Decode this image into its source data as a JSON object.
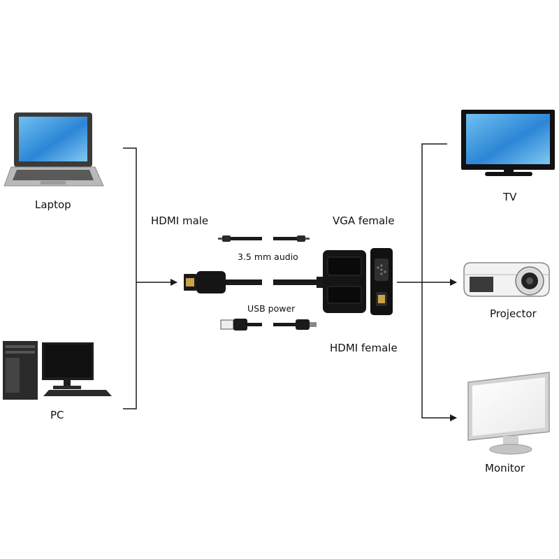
{
  "sources": {
    "laptop": {
      "label": "Laptop",
      "icon": "laptop-icon"
    },
    "pc": {
      "label": "PC",
      "icon": "desktop-pc-icon"
    }
  },
  "adapter": {
    "input_label": "HDMI male",
    "audio_label": "3.5 mm audio",
    "usb_label": "USB power",
    "vga_label": "VGA female",
    "hdmi_out_label": "HDMI female"
  },
  "outputs": {
    "tv": {
      "label": "TV",
      "icon": "tv-icon"
    },
    "projector": {
      "label": "Projector",
      "icon": "projector-icon"
    },
    "monitor": {
      "label": "Monitor",
      "icon": "monitor-icon"
    }
  },
  "colors": {
    "line": "#1a1a1a",
    "screen": "#3f8fd6",
    "device": "#222222"
  }
}
